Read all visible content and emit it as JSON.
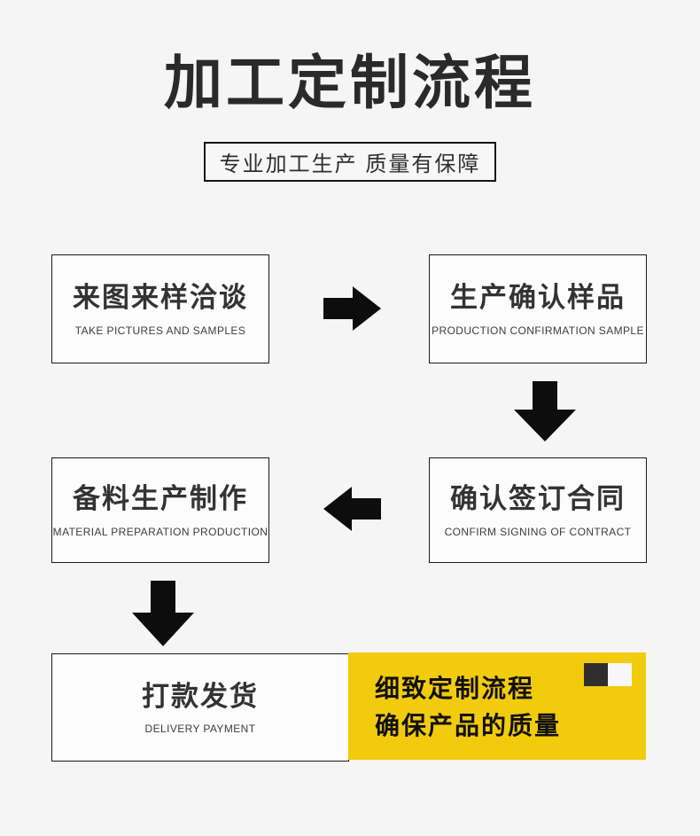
{
  "header": {
    "title": "加工定制流程",
    "subtitle": "专业加工生产 质量有保障"
  },
  "flow": {
    "steps": [
      {
        "zh": "来图来样洽谈",
        "en": "TAKE PICTURES AND SAMPLES"
      },
      {
        "zh": "生产确认样品",
        "en": "PRODUCTION CONFIRMATION SAMPLE"
      },
      {
        "zh": "确认签订合同",
        "en": "CONFIRM SIGNING OF CONTRACT"
      },
      {
        "zh": "备料生产制作",
        "en": "MATERIAL PREPARATION PRODUCTION"
      },
      {
        "zh": "打款发货",
        "en": "DELIVERY PAYMENT"
      }
    ],
    "arrow_sequence": [
      "right",
      "down",
      "left",
      "down"
    ]
  },
  "callout": {
    "line1": "细致定制流程",
    "line2": "确保产品的质量"
  },
  "icons": {
    "arrow_right": "arrow-right-icon",
    "arrow_down": "arrow-down-icon",
    "arrow_left": "arrow-left-icon",
    "squares": "decor-squares"
  },
  "colors": {
    "page_background": "#f5f5f5",
    "box_background": "#fcfcfc",
    "box_border": "#1a1a1a",
    "title_text": "#2a2a2a",
    "body_text": "#333333",
    "arrow_fill": "#0d0d0d",
    "callout_background": "#f2cb0d",
    "callout_text": "#111111",
    "square_dark": "#2e2e2e",
    "square_light": "#f7f7f7"
  }
}
